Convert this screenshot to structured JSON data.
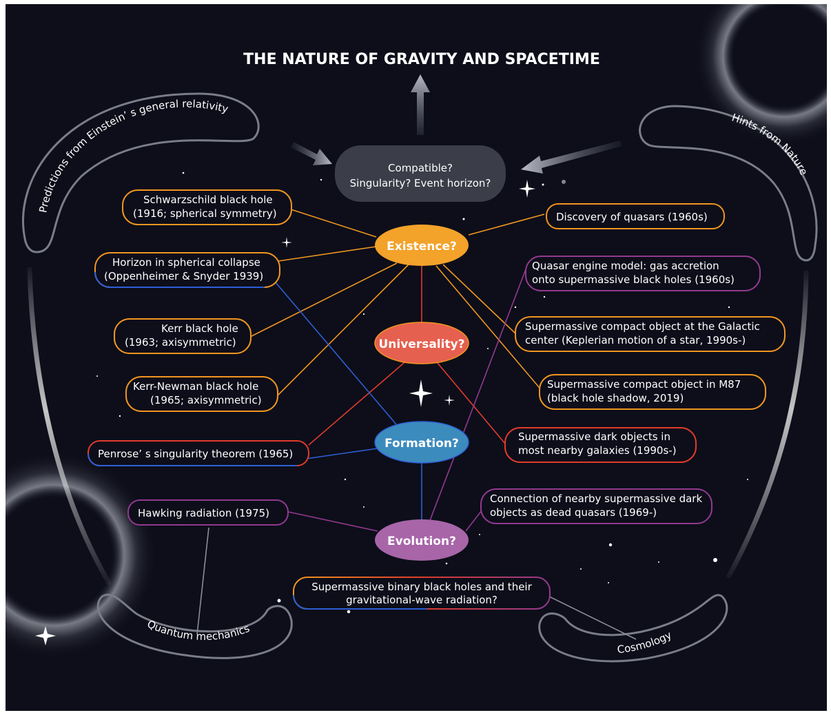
{
  "title": "THE  NATURE OF GRAVITY AND SPACETIME",
  "central_box": {
    "line1": "Compatible?",
    "line2": "Singularity? Event horizon?"
  },
  "nodes": {
    "existence": "Existence?",
    "universality": "Universality?",
    "formation": "Formation?",
    "evolution": "Evolution?"
  },
  "frames": {
    "theory": "Predictions from Einstein’ s general relativity",
    "nature": "Hints from Nature",
    "quantum": "Quantum mechanics",
    "cosmology": "Cosmology"
  },
  "left_boxes": [
    {
      "line1": "Schwarzschild black hole",
      "line2": "(1916; spherical symmetry)"
    },
    {
      "line1": "Horizon in spherical collapse",
      "line2": "(Oppenheimer & Snyder 1939)"
    },
    {
      "line1": "Kerr black hole",
      "line2": "(1963; axisymmetric)"
    },
    {
      "line1": "Kerr-Newman black hole",
      "line2": "(1965; axisymmetric)"
    },
    {
      "line1": "Penrose’ s singularity theorem (1965)"
    },
    {
      "line1": "Hawking radiation (1975)"
    }
  ],
  "right_boxes": [
    {
      "line1": "Discovery of quasars (1960s)"
    },
    {
      "line1": "Quasar engine model: gas accretion",
      "line2": "onto supermassive black holes (1960s)"
    },
    {
      "line1": "Supermassive compact object at the Galactic",
      "line2": "center (Keplerian motion of a star, 1990s-)"
    },
    {
      "line1": "Supermassive compact object in M87",
      "line2": "(black hole shadow, 2019)"
    },
    {
      "line1": "Supermassive dark objects in",
      "line2": "most nearby galaxies (1990s-)"
    },
    {
      "line1": "Connection of nearby supermassive dark",
      "line2": "objects as dead quasars (1969-)"
    }
  ],
  "bottom_box": {
    "line1": "Supermassive binary black holes and their",
    "line2": "gravitational-wave radiation?"
  },
  "colors": {
    "existence": "#f3a22a",
    "universality": "#e5604f",
    "formation": "#3c8bbd",
    "evolution": "#a865a8",
    "orange_link": "#f0961f",
    "red_link": "#e23b2b",
    "blue_link": "#2e5fd6",
    "purple_link": "#93398f",
    "central_box": "#3b3d48",
    "background": "#0d0e1a"
  }
}
